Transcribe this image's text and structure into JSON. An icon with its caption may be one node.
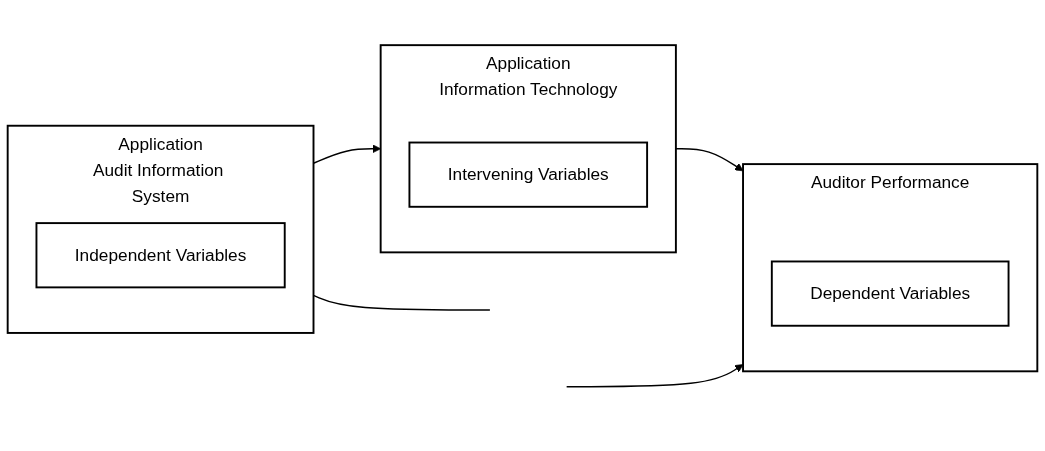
{
  "diagram": {
    "nodes": [
      {
        "text": [
          "Application",
          "Audit Information System"
        ]
      },
      {
        "text": [
          "Independent Variables"
        ],
        "in": 0
      },
      {
        "text": [
          "Application",
          "Information Technology"
        ]
      },
      {
        "text": [
          "Intervening Variables"
        ],
        "in": 2
      },
      {
        "text": [
          "Auditor Performance"
        ]
      },
      {
        "text": [
          "Dependent Variables"
        ],
        "in": 4
      }
    ],
    "edges": [
      {
        "from": 0,
        "to": 2,
        "arrow": "to"
      },
      {
        "from": 2,
        "to": 4,
        "arrow": "to"
      },
      {
        "from": 0,
        "to": null,
        "arrow": "none"
      },
      {
        "from": null,
        "to": 4,
        "arrow": "to"
      }
    ]
  }
}
